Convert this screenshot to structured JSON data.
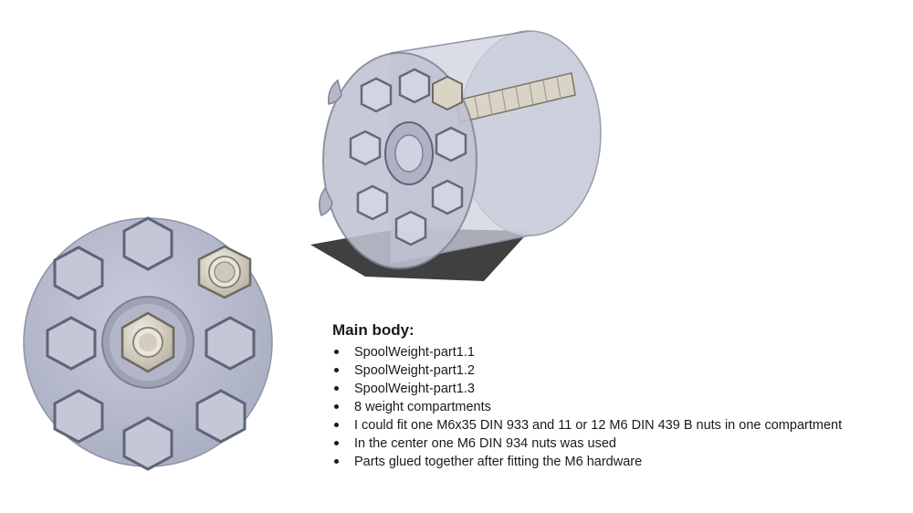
{
  "slide": {
    "heading": "Main body:",
    "bullets": [
      "SpoolWeight-part1.1",
      "SpoolWeight-part1.2",
      "SpoolWeight-part1.3",
      "8 weight compartments",
      "I could fit one M6x35 DIN 933 and 11 or 12 M6 DIN 439 B nuts in one compartment",
      "In the center one M6 DIN 934 nuts was used",
      "Parts glued together after fitting the M6 hardware"
    ]
  },
  "images": {
    "front_view": "spool-weight-front-view",
    "iso_view": "spool-weight-isometric-view"
  },
  "colors": {
    "part_fill": "#b9bdcf",
    "part_dark": "#8d92a6",
    "nut_fill": "#d8d3c6",
    "text": "#1a1a1a"
  }
}
